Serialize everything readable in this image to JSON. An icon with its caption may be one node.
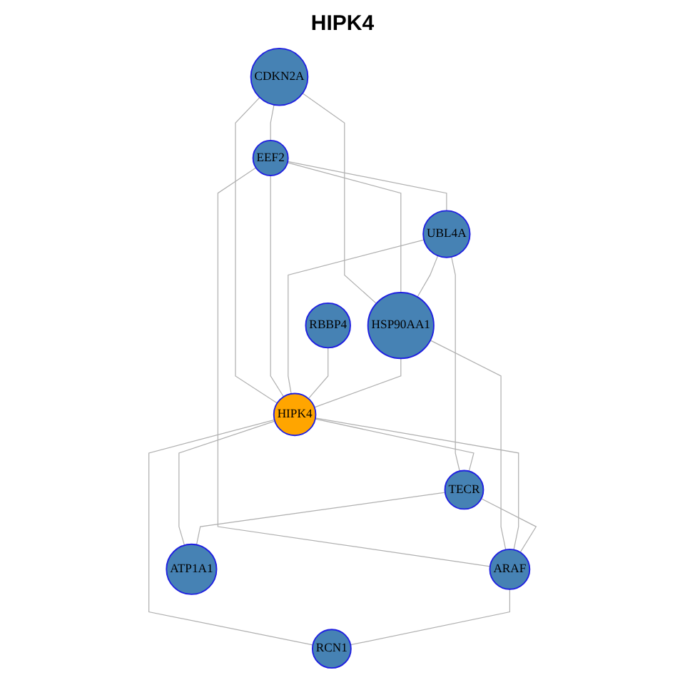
{
  "diagram": {
    "title": "HIPK4",
    "nodes": [
      {
        "text": [
          "RBBP4"
        ]
      },
      {
        "text": [
          "CDKN2A"
        ]
      },
      {
        "text": [
          "EEF2"
        ]
      },
      {
        "text": [
          "UBL4A"
        ]
      },
      {
        "text": [
          "HSP90AA1"
        ]
      },
      {
        "text": [
          "HIPK4"
        ]
      },
      {
        "text": [
          "TECR"
        ]
      },
      {
        "text": [
          "ARAF"
        ]
      },
      {
        "text": [
          "ATP1A1"
        ]
      },
      {
        "text": [
          "RCN1"
        ]
      }
    ],
    "edges": [
      {
        "from": 1,
        "to": 2,
        "arrow": "none"
      },
      {
        "from": 1,
        "to": 4,
        "arrow": "none"
      },
      {
        "from": 1,
        "to": 5,
        "arrow": "none"
      },
      {
        "from": 2,
        "to": 3,
        "arrow": "none"
      },
      {
        "from": 2,
        "to": 4,
        "arrow": "none"
      },
      {
        "from": 2,
        "to": 5,
        "arrow": "none"
      },
      {
        "from": 2,
        "to": 7,
        "arrow": "none"
      },
      {
        "from": 3,
        "to": 4,
        "arrow": "none"
      },
      {
        "from": 3,
        "to": 5,
        "arrow": "none"
      },
      {
        "from": 3,
        "to": 6,
        "arrow": "none"
      },
      {
        "from": 0,
        "to": 5,
        "arrow": "none"
      },
      {
        "from": 4,
        "to": 5,
        "arrow": "none"
      },
      {
        "from": 4,
        "to": 7,
        "arrow": "none"
      },
      {
        "from": 5,
        "to": 6,
        "arrow": "none"
      },
      {
        "from": 5,
        "to": 7,
        "arrow": "none"
      },
      {
        "from": 5,
        "to": 8,
        "arrow": "none"
      },
      {
        "from": 5,
        "to": 9,
        "arrow": "none"
      },
      {
        "from": 6,
        "to": 7,
        "arrow": "none"
      },
      {
        "from": 6,
        "to": 8,
        "arrow": "none"
      },
      {
        "from": 7,
        "to": 9,
        "arrow": "none"
      }
    ]
  }
}
